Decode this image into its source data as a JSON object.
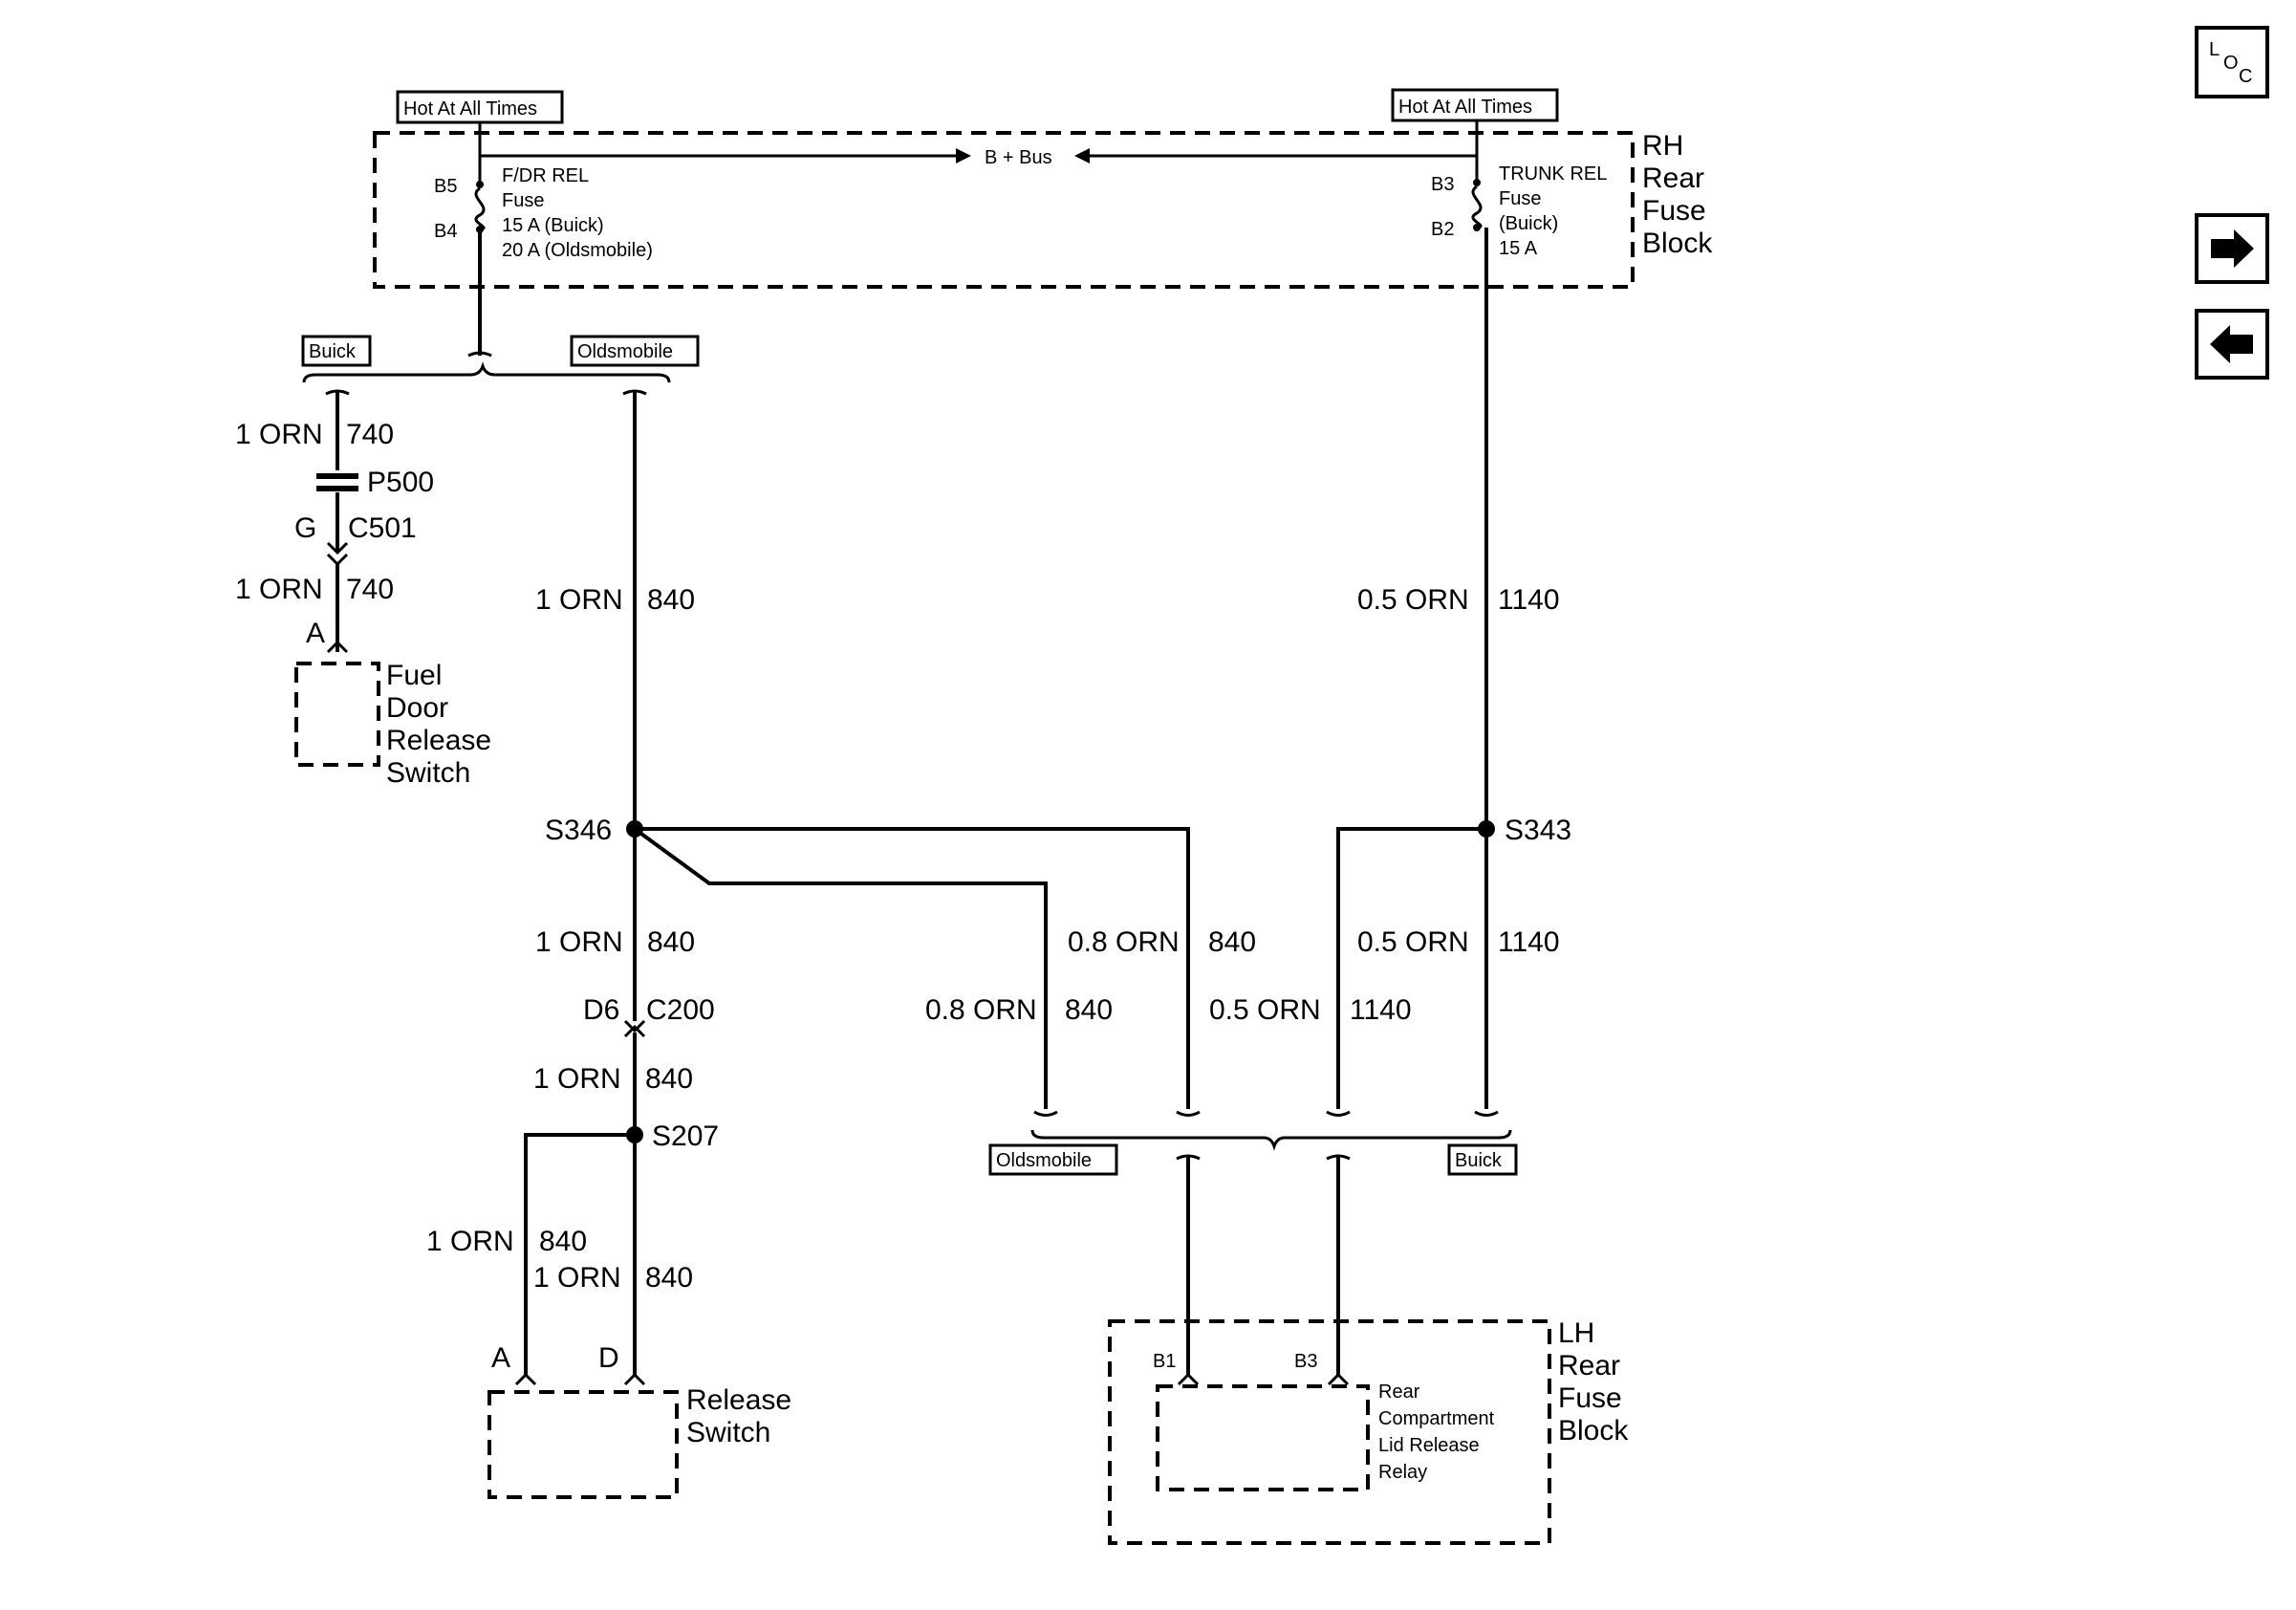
{
  "fuse_block_rh": {
    "name_lines": [
      "RH",
      "Rear",
      "Fuse",
      "Block"
    ],
    "hot_left": "Hot At All Times",
    "hot_right": "Hot At All Times",
    "bus": "B + Bus",
    "fuse_left": {
      "pin_top": "B5",
      "pin_bottom": "B4",
      "lines": [
        "F/DR REL",
        "Fuse",
        "15 A (Buick)",
        "20 A (Oldsmobile)"
      ]
    },
    "fuse_right": {
      "pin_top": "B3",
      "pin_bottom": "B2",
      "lines": [
        "TRUNK REL",
        "Fuse",
        "(Buick)",
        "15 A"
      ]
    }
  },
  "option_labels": {
    "top_buick": "Buick",
    "top_olds": "Oldsmobile",
    "bottom_olds": "Oldsmobile",
    "bottom_buick": "Buick"
  },
  "fuel_branch": {
    "wire1_size": "1 ORN",
    "wire1_circuit": "740",
    "p500": "P500",
    "conn_pin": "G",
    "conn_name": "C501",
    "wire2_size": "1 ORN",
    "wire2_circuit": "740",
    "device_pin": "A",
    "device_lines": [
      "Fuel",
      "Door",
      "Release",
      "Switch"
    ]
  },
  "center": {
    "wire_size": "1 ORN",
    "wire_circuit": "840",
    "splice_s346": "S346",
    "wire2_size": "1 ORN",
    "wire2_circuit": "840",
    "conn_pin": "D6",
    "conn_name": "C200",
    "wire3_size": "1 ORN",
    "wire3_circuit": "840",
    "splice_s207": "S207",
    "wire_a_size": "1 ORN",
    "wire_a_circuit": "840",
    "wire_d_size": "1 ORN",
    "wire_d_circuit": "840",
    "pin_a": "A",
    "pin_d": "D",
    "device_lines": [
      "Release",
      "Switch"
    ]
  },
  "olds_branch": {
    "wire_a_size": "0.8 ORN",
    "wire_a_circuit": "840",
    "wire_b_size": "0.8 ORN",
    "wire_b_circuit": "840"
  },
  "right": {
    "wire_size": "0.5 ORN",
    "wire_circuit": "1140",
    "splice_s343": "S343",
    "wire_a_size": "0.5 ORN",
    "wire_a_circuit": "1140",
    "wire_b_size": "0.5 ORN",
    "wire_b_circuit": "1140"
  },
  "fuse_block_lh": {
    "name_lines": [
      "LH",
      "Rear",
      "Fuse",
      "Block"
    ],
    "pin_b1": "B1",
    "pin_b3": "B3",
    "relay_lines": [
      "Rear",
      "Compartment",
      "Lid Release",
      "Relay"
    ]
  },
  "nav": {
    "loc_l": "L",
    "loc_o": "O",
    "loc_c": "C",
    "forward_icon": "arrow-right-icon",
    "back_icon": "arrow-left-icon"
  }
}
